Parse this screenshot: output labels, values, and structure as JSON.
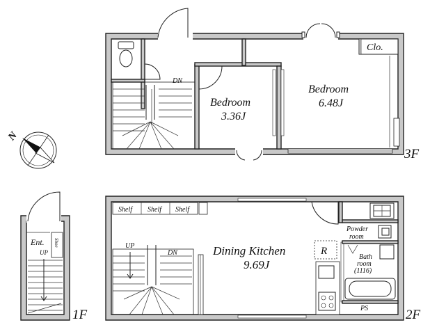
{
  "floors": {
    "third": {
      "label": "3F",
      "rooms": {
        "bedroom_small": {
          "name": "Bedroom",
          "size": "3.36J"
        },
        "bedroom_large": {
          "name": "Bedroom",
          "size": "6.48J"
        }
      },
      "closet": "Clo.",
      "stair_direction": "DN"
    },
    "second": {
      "label": "2F",
      "dining_kitchen": {
        "name": "Dining Kitchen",
        "size": "9.69J"
      },
      "shelves": [
        "Shelf",
        "Shelf",
        "Shelf"
      ],
      "refrigerator": "R",
      "powder_room": [
        "Powder",
        "room"
      ],
      "bathroom": [
        "Bath",
        "room",
        "(1116)"
      ],
      "ps": "PS",
      "stair_up": "UP",
      "stair_down": "DN"
    },
    "first": {
      "label": "1F",
      "entrance": "Ent.",
      "stair_up": "UP",
      "shoe_box": "Shoe"
    }
  },
  "compass": {
    "north": "N"
  }
}
